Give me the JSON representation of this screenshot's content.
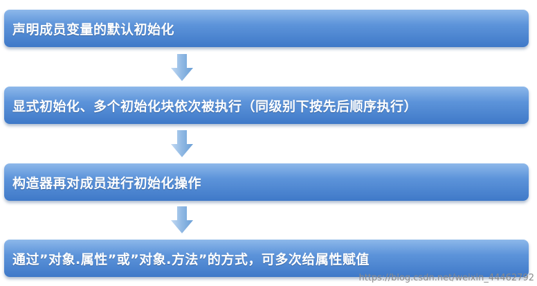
{
  "steps": [
    {
      "label": "声明成员变量的默认初始化"
    },
    {
      "label": "显式初始化、多个初始化块依次被执行（同级别下按先后顺序执行）"
    },
    {
      "label": "构造器再对成员进行初始化操作"
    },
    {
      "label": "通过”对象.属性”或”对象.方法”的方式，可多次给属性赋值"
    }
  ],
  "watermark": "https://blog.csdn.net/weixin_44462792",
  "colors": {
    "box_top": "#8db8ea",
    "box_bottom": "#3f79c8",
    "arrow": "#8fb8e3"
  }
}
